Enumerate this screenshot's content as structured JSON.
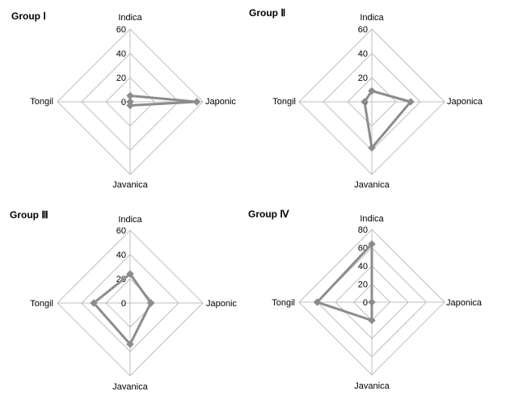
{
  "chart_data": [
    {
      "type": "radar",
      "title": "Group Ⅰ",
      "axes": [
        "Indica",
        "Japonic",
        "Javanica",
        "Tongil"
      ],
      "ticks": [
        0,
        20,
        40,
        60
      ],
      "rmax": 60,
      "series": [
        {
          "values": [
            5,
            55,
            3,
            0
          ]
        }
      ]
    },
    {
      "type": "radar",
      "title": "Group Ⅱ",
      "axes": [
        "Indica",
        "Japonica",
        "Javanica",
        "Tongil"
      ],
      "ticks": [
        0,
        20,
        40,
        60
      ],
      "rmax": 60,
      "series": [
        {
          "values": [
            9,
            32,
            38,
            6
          ]
        }
      ]
    },
    {
      "type": "radar",
      "title": "Group Ⅲ",
      "axes": [
        "Indica",
        "Japonic",
        "Javanica",
        "Tongil"
      ],
      "ticks": [
        0,
        20,
        40,
        60
      ],
      "rmax": 60,
      "series": [
        {
          "values": [
            24,
            17,
            34,
            30
          ]
        }
      ]
    },
    {
      "type": "radar",
      "title": "Group Ⅳ",
      "axes": [
        "Indica",
        "Japonica",
        "Javanica",
        "Tongil"
      ],
      "ticks": [
        0,
        20,
        40,
        60,
        80
      ],
      "rmax": 80,
      "series": [
        {
          "values": [
            64,
            0,
            20,
            60
          ]
        }
      ]
    }
  ],
  "colors": {
    "series": "#8c8c8c",
    "grid": "#bfbfbf",
    "text": "#000000"
  }
}
